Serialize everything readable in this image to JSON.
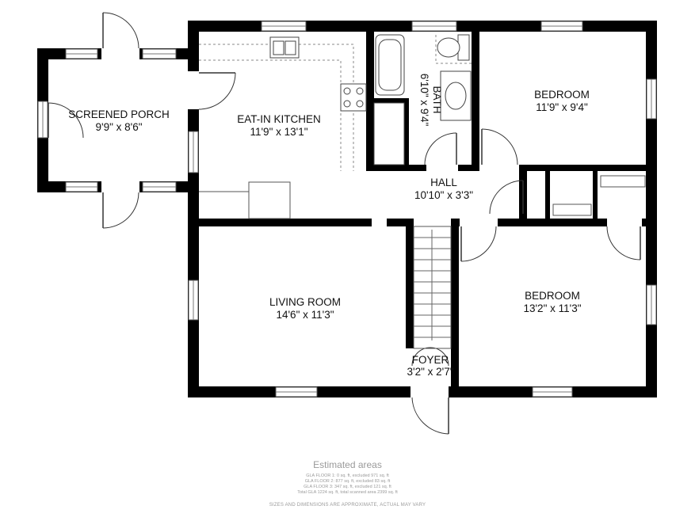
{
  "rooms": {
    "screened_porch": {
      "name": "SCREENED PORCH",
      "dims": "9'9\" x 8'6\""
    },
    "kitchen": {
      "name": "EAT-IN KITCHEN",
      "dims": "11'9\" x 13'1\""
    },
    "bath": {
      "name": "BATH",
      "dims": "6'10\" x 9'4\""
    },
    "bedroom_top": {
      "name": "BEDROOM",
      "dims": "11'9\" x 9'4\""
    },
    "hall": {
      "name": "HALL",
      "dims": "10'10\" x 3'3\""
    },
    "living_room": {
      "name": "LIVING ROOM",
      "dims": "14'6\" x 11'3\""
    },
    "foyer": {
      "name": "FOYER",
      "dims": "3'2\" x 2'7\""
    },
    "bedroom_bottom": {
      "name": "BEDROOM",
      "dims": "13'2\" x 11'3\""
    }
  },
  "footer": {
    "title": "Estimated areas",
    "lines": [
      "GLA FLOOR 1: 0 sq. ft, excluded 971 sq. ft",
      "GLA FLOOR 2: 877 sq. ft, excluded 83 sq. ft",
      "GLA FLOOR 3: 347 sq. ft, excluded 121 sq. ft",
      "Total GLA 1224 sq. ft, total scanned area 2399 sq. ft"
    ],
    "disclaimer": "SIZES AND DIMENSIONS ARE APPROXIMATE, ACTUAL MAY VARY"
  }
}
